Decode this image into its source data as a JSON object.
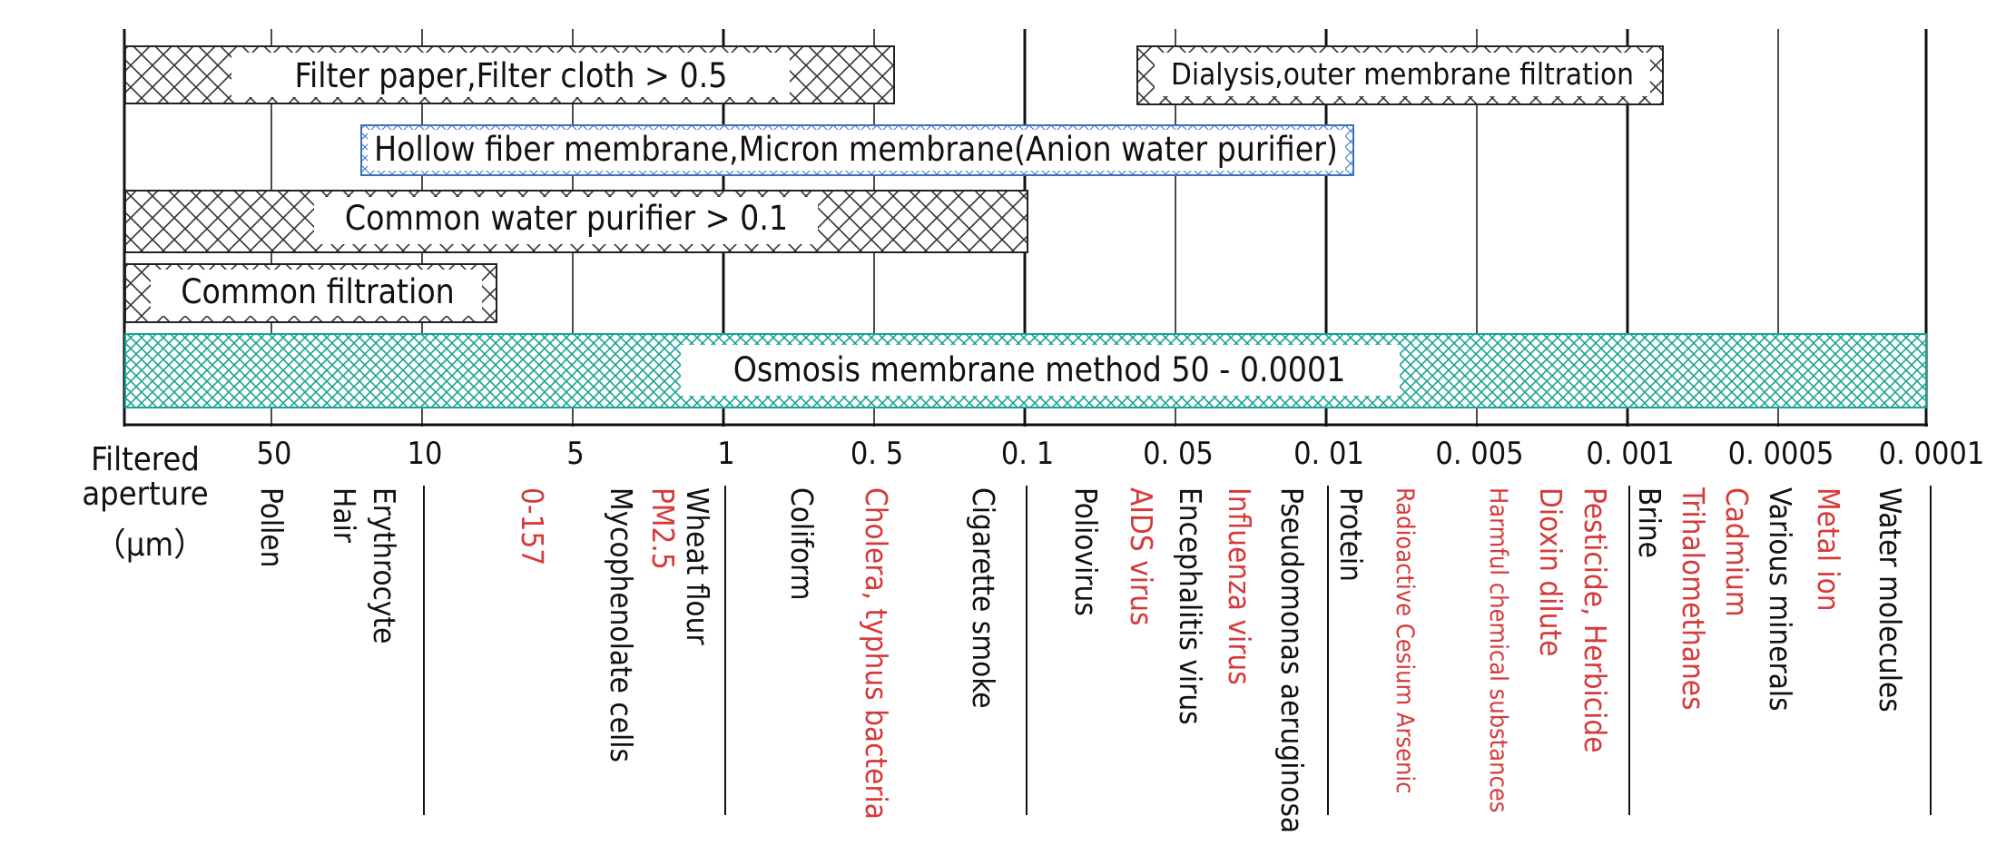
{
  "axis": {
    "title_lines": [
      "Filtered",
      "aperture",
      "（μm）"
    ],
    "ticks": [
      "50",
      "10",
      "5",
      "1",
      "0. 5",
      "0. 1",
      "0. 05",
      "0. 01",
      "0. 005",
      "0. 001",
      "0. 0005",
      "0. 0001"
    ]
  },
  "bars": [
    {
      "label": "Filter paper,Filter cloth  > 0.5",
      "style": "gray-crosshatch",
      "start_tick": 0,
      "end_value": "0.5"
    },
    {
      "label": "Dialysis,outer membrane filtration",
      "style": "gray-crosshatch",
      "start_value": "0.05",
      "end_value": "0.001"
    },
    {
      "label": "Hollow fiber membrane,Micron membrane(Anion water purifier)",
      "style": "blue-hatch",
      "start_value": "10",
      "end_value": "0.01"
    },
    {
      "label": "Common water purifier >  0.1",
      "style": "gray-crosshatch",
      "start_tick": 0,
      "end_value": "0.1"
    },
    {
      "label": "Common filtration",
      "style": "gray-crosshatch",
      "start_tick": 0,
      "end_value": "5"
    },
    {
      "label": "Osmosis membrane method    50 - 0.0001",
      "style": "teal-crosshatch",
      "start_tick": 0,
      "end_value": "0.0001"
    }
  ],
  "groups": [
    {
      "items": [
        {
          "text": "Pollen",
          "color": "#111111"
        }
      ]
    },
    {
      "items": [
        {
          "text": "Erythrocyte",
          "color": "#111111"
        },
        {
          "text": "Hair",
          "color": "#111111"
        }
      ]
    },
    {
      "items": [
        {
          "text": "0-157",
          "color": "#d63a3a"
        }
      ]
    },
    {
      "items": [
        {
          "text": "Wheat flour",
          "color": "#111111"
        },
        {
          "text": "PM2.5",
          "color": "#d63a3a"
        },
        {
          "text": "Mycophenolate cells",
          "color": "#111111"
        }
      ]
    },
    {
      "items": [
        {
          "text": "Coliform",
          "color": "#111111"
        }
      ]
    },
    {
      "items": [
        {
          "text": "Cholera, typhus bacteria",
          "color": "#d63a3a"
        }
      ]
    },
    {
      "items": [
        {
          "text": "Cigarette smoke",
          "color": "#111111"
        }
      ]
    },
    {
      "items": [
        {
          "text": "Poliovirus",
          "color": "#111111"
        },
        {
          "text": "AIDS virus",
          "color": "#d63a3a"
        }
      ]
    },
    {
      "items": [
        {
          "text": "Encephalitis virus",
          "color": "#111111"
        },
        {
          "text": "Influenza virus",
          "color": "#d63a3a"
        }
      ]
    },
    {
      "items": [
        {
          "text": "Pseudomonas aeruginosa",
          "color": "#111111"
        }
      ]
    },
    {
      "items": [
        {
          "text": "Protein",
          "color": "#111111"
        }
      ]
    },
    {
      "items": [
        {
          "text": "Radioactive Cesium Arsenic",
          "color": "#d63a3a"
        }
      ]
    },
    {
      "items": [
        {
          "text": "Harmful chemical substances",
          "color": "#d63a3a"
        },
        {
          "text": "Dioxin dilute",
          "color": "#d63a3a"
        },
        {
          "text": "Pesticide, Herbicide",
          "color": "#d63a3a"
        }
      ]
    },
    {
      "items": [
        {
          "text": "Brine",
          "color": "#111111"
        }
      ]
    },
    {
      "items": [
        {
          "text": "Trihalomethanes",
          "color": "#d63a3a"
        },
        {
          "text": "Cadmium",
          "color": "#d63a3a"
        }
      ]
    },
    {
      "items": [
        {
          "text": "Various minerals",
          "color": "#111111"
        }
      ]
    },
    {
      "items": [
        {
          "text": "Metal ion",
          "color": "#d63a3a"
        }
      ]
    },
    {
      "items": [
        {
          "text": "Water molecules",
          "color": "#111111"
        }
      ]
    }
  ],
  "colors": {
    "black_text": "#111111",
    "red_text": "#d63a3a",
    "hatch_gray": "#333333",
    "hatch_blue": "#3a6fc4",
    "hatch_teal": "#1aa394"
  }
}
